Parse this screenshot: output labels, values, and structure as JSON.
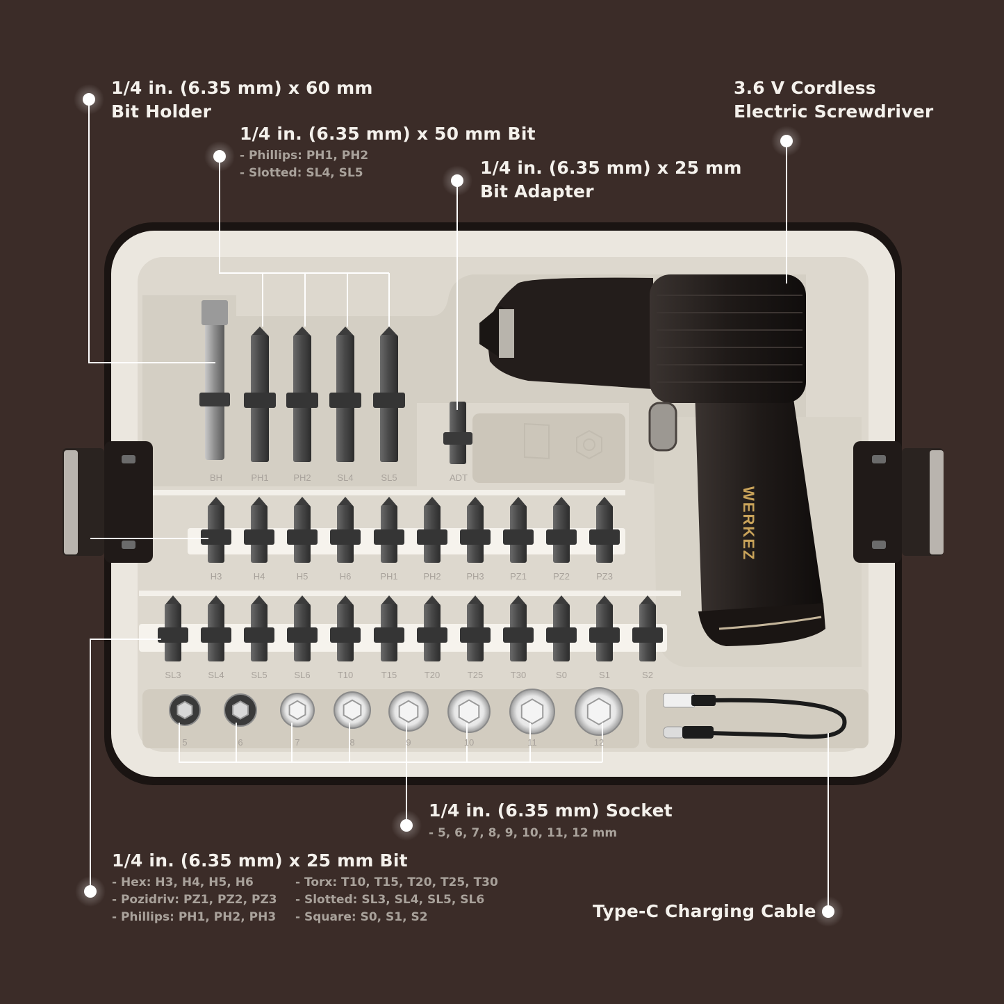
{
  "callouts": {
    "bit_holder": {
      "line1": "1/4 in. (6.35 mm) x 60 mm",
      "line2": "Bit Holder"
    },
    "bit_50mm": {
      "title": "1/4 in. (6.35 mm) x 50 mm  Bit",
      "items": [
        "- Phillips: PH1, PH2",
        "- Slotted: SL4, SL5"
      ]
    },
    "bit_adapter": {
      "line1": "1/4 in. (6.35 mm) x 25 mm",
      "line2": "Bit Adapter"
    },
    "screwdriver": {
      "line1": "3.6 V Cordless",
      "line2": "Electric Screwdriver"
    },
    "socket": {
      "title": "1/4 in. (6.35 mm) Socket",
      "items": [
        "- 5, 6, 7, 8, 9, 10, 11, 12 mm"
      ]
    },
    "bit_25mm": {
      "title": "1/4 in. (6.35 mm) x 25 mm Bit",
      "col1": [
        "- Hex: H3, H4, H5, H6",
        "- Pozidriv: PZ1, PZ2, PZ3",
        "- Phillips: PH1, PH2, PH3"
      ],
      "col2": [
        "- Torx: T10, T15, T20, T25, T30",
        "- Slotted: SL3, SL4, SL5, SL6",
        "- Square: S0, S1, S2"
      ]
    },
    "cable": {
      "label": "Type-C Charging Cable"
    }
  },
  "case": {
    "row1_labels": [
      "BH",
      "PH1",
      "PH2",
      "SL4",
      "SL5",
      "ADT"
    ],
    "row2_labels": [
      "H3",
      "H4",
      "H5",
      "H6",
      "PH1",
      "PH2",
      "PH3",
      "PZ1",
      "PZ2",
      "PZ3"
    ],
    "row3_labels": [
      "SL3",
      "SL4",
      "SL5",
      "SL6",
      "T10",
      "T15",
      "T20",
      "T25",
      "T30",
      "S0",
      "S1",
      "S2"
    ],
    "socket_labels": [
      "5",
      "6",
      "7",
      "8",
      "9",
      "10",
      "11",
      "12"
    ],
    "brand": "WERKEZ"
  },
  "colors": {
    "background": "#3b2c28",
    "tray": "#ece8e0",
    "accent": "#c9a35a"
  }
}
